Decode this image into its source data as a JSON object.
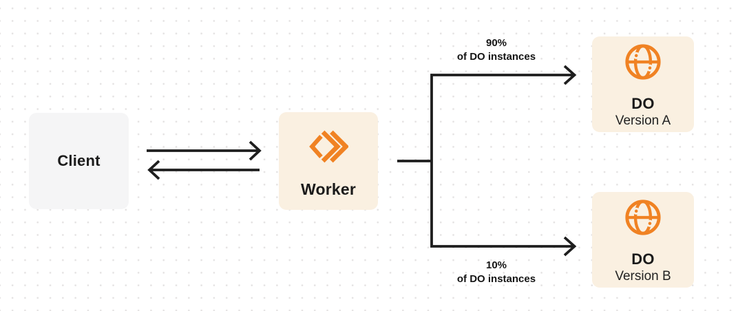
{
  "diagram": {
    "client": {
      "label": "Client"
    },
    "worker": {
      "label": "Worker",
      "icon": "workers-chevrons-icon"
    },
    "branches": {
      "top": {
        "percent": "90%",
        "caption": "of DO instances"
      },
      "bottom": {
        "percent": "10%",
        "caption": "of DO instances"
      }
    },
    "do_a": {
      "title": "DO",
      "subtitle": "Version A",
      "icon": "globe-icon"
    },
    "do_b": {
      "title": "DO",
      "subtitle": "Version B",
      "icon": "globe-icon"
    },
    "colors": {
      "orange": "#F08223",
      "cream": "#FAF0E1",
      "client_gray": "#F5F5F6",
      "line": "#1E1E1E",
      "text": "#1B1B1B",
      "dot_grid": "#E5E3E3",
      "background": "#FFFFFF"
    }
  }
}
